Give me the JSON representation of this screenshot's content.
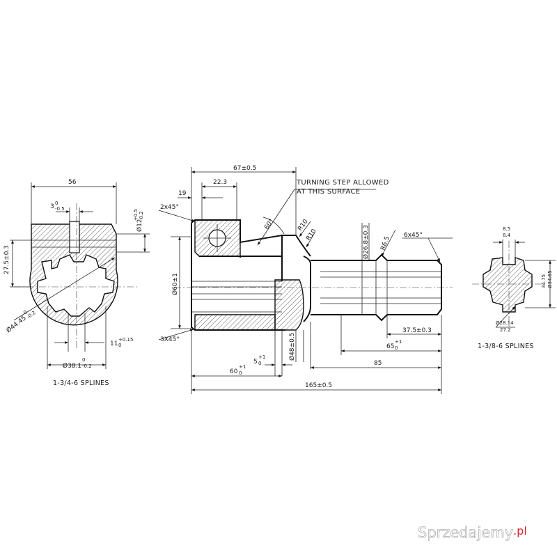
{
  "note": {
    "line1": "TURNING STEP ALLOWED",
    "line2": "AT THIS SURFACE"
  },
  "left_view": {
    "label": "1-3/4-6 SPLINES",
    "dims": {
      "width": "56",
      "slot_base": "3",
      "slot_sup": "0",
      "slot_sub": "-0.5",
      "keyway_base": "Ø12",
      "keyway_sup": "+0.5",
      "keyway_sub": "-0.2",
      "height": "27.5±0.3",
      "outer_base": "Ø44.45",
      "outer_sup": "0",
      "outer_sub": "-0.2",
      "spline_base": "11",
      "spline_sup": "+0.15",
      "spline_sub": "0",
      "inner_base": "Ø38.1",
      "inner_sup": "0",
      "inner_sub": "-0.2"
    }
  },
  "main_view": {
    "dims": {
      "overall_top": "67±0.5",
      "d22": "22.3",
      "d19": "19",
      "chamfer_top": "2x45°",
      "angle60": "60°",
      "r10a": "R10",
      "r10b": "R10",
      "d268": "Ø26.8±0.3",
      "r65": "R6.5",
      "chamfer_right": "6x45°",
      "d60": "Ø60±1",
      "chamfer_bottom": "3X45°",
      "d48": "Ø48±0.5",
      "d5_base": "5",
      "d5_sup": "+1",
      "d5_sub": "0",
      "d60_base": "60",
      "d60_sup": "+1",
      "d60_sub": "0",
      "d375": "37.5±0.3",
      "d65_base": "65",
      "d65_sup": "+1",
      "d65_sub": "0",
      "d85": "85",
      "total": "165±0.5"
    }
  },
  "right_view": {
    "label": "1-3/8-6 SPLINES",
    "dims": {
      "top1": "8.5",
      "top2": "8.4",
      "od1": "34.75",
      "od2": "Ø34.65",
      "id1": "Ø28.14",
      "id2": "27.2"
    }
  },
  "watermark": {
    "text": "Sprzedajemy",
    "suffix": ".pl",
    "suffix_color": "#d8262f"
  }
}
